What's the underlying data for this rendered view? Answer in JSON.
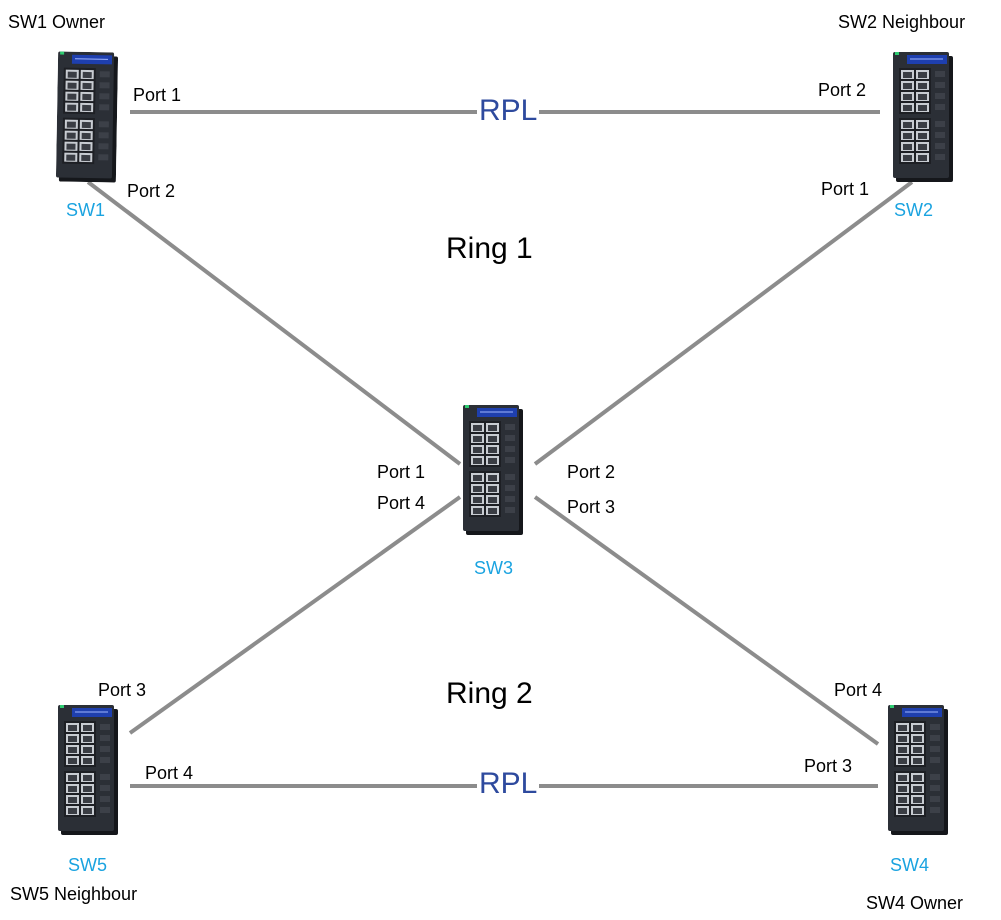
{
  "colors": {
    "link": "#8c8c8c",
    "switch_body": "#2b2f36",
    "switch_label_strip": "#1e3fae",
    "port_frame": "#c8ccd2",
    "port_socket": "#3a3d44",
    "switch_name": "#1aa3e0",
    "rpl": "#2e4a9e"
  },
  "rings": [
    {
      "label": "Ring 1"
    },
    {
      "label": "Ring 2"
    }
  ],
  "links": [
    {
      "from": "SW1",
      "to": "SW2",
      "label": "RPL"
    },
    {
      "from": "SW1",
      "to": "SW3"
    },
    {
      "from": "SW2",
      "to": "SW3"
    },
    {
      "from": "SW3",
      "to": "SW5"
    },
    {
      "from": "SW3",
      "to": "SW4"
    },
    {
      "from": "SW5",
      "to": "SW4",
      "label": "RPL"
    }
  ],
  "switches": {
    "sw1": {
      "name": "SW1",
      "role": "SW1 Owner",
      "ports": [
        "Port 1",
        "Port 2"
      ]
    },
    "sw2": {
      "name": "SW2",
      "role": "SW2 Neighbour",
      "ports": [
        "Port 2",
        "Port 1"
      ]
    },
    "sw3": {
      "name": "SW3",
      "ports": [
        "Port 1",
        "Port 4",
        "Port 2",
        "Port 3"
      ]
    },
    "sw4": {
      "name": "SW4",
      "role": "SW4 Owner",
      "ports": [
        "Port 4",
        "Port 3"
      ]
    },
    "sw5": {
      "name": "SW5",
      "role": "SW5 Neighbour",
      "ports": [
        "Port 3",
        "Port 4"
      ]
    }
  },
  "rpl_labels": [
    "RPL",
    "RPL"
  ]
}
